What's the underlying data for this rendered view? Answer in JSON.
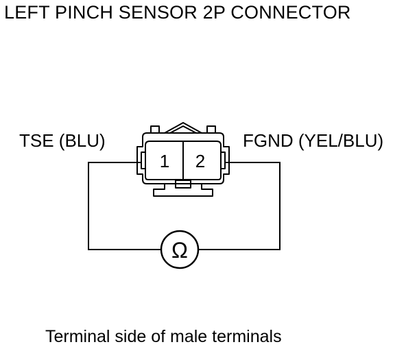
{
  "title": "LEFT PINCH SENSOR 2P CONNECTOR",
  "connector": {
    "pin1_label": "1",
    "pin2_label": "2",
    "left_wire_label": "TSE (BLU)",
    "right_wire_label": "FGND (YEL/BLU)"
  },
  "meter": {
    "symbol": "Ω",
    "icon": "ohmmeter-icon"
  },
  "footer_note": "Terminal side of male terminals"
}
